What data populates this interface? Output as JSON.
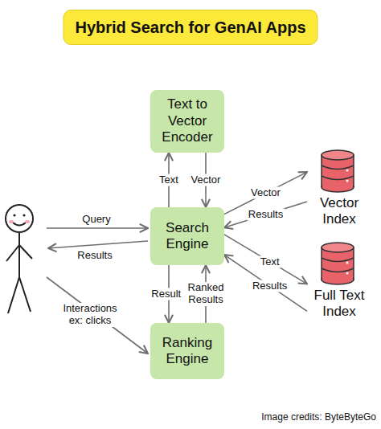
{
  "diagram": {
    "title": "Hybrid Search for GenAI Apps",
    "nodes": [
      {
        "text": [
          "Text to Vector Encoder"
        ]
      },
      {
        "text": [
          "Search Engine"
        ]
      },
      {
        "text": [
          "Ranking Engine"
        ]
      },
      {
        "text": [
          "Vector Index"
        ]
      },
      {
        "text": [
          "Full Text Index"
        ]
      }
    ],
    "edges": [
      {
        "from": 1,
        "to": 0,
        "label": "Text",
        "arrow": "to"
      },
      {
        "from": 0,
        "to": 1,
        "label": "Vector",
        "arrow": "to"
      },
      {
        "from": 1,
        "to": 3,
        "label": "Vector",
        "arrow": "to"
      },
      {
        "from": 3,
        "to": 1,
        "label": "Results",
        "arrow": "to"
      },
      {
        "from": 1,
        "to": 4,
        "label": "Text",
        "arrow": "to"
      },
      {
        "from": 4,
        "to": 1,
        "label": "Results",
        "arrow": "to"
      },
      {
        "from": 1,
        "to": 2,
        "label": "Results",
        "arrow": "to"
      },
      {
        "from": 2,
        "to": 1,
        "label": "Ranked Results",
        "arrow": "to"
      }
    ],
    "labels": [
      "Query",
      "Results",
      "Interactions ex: clicks",
      "Image credits: ByteByteGo"
    ]
  }
}
